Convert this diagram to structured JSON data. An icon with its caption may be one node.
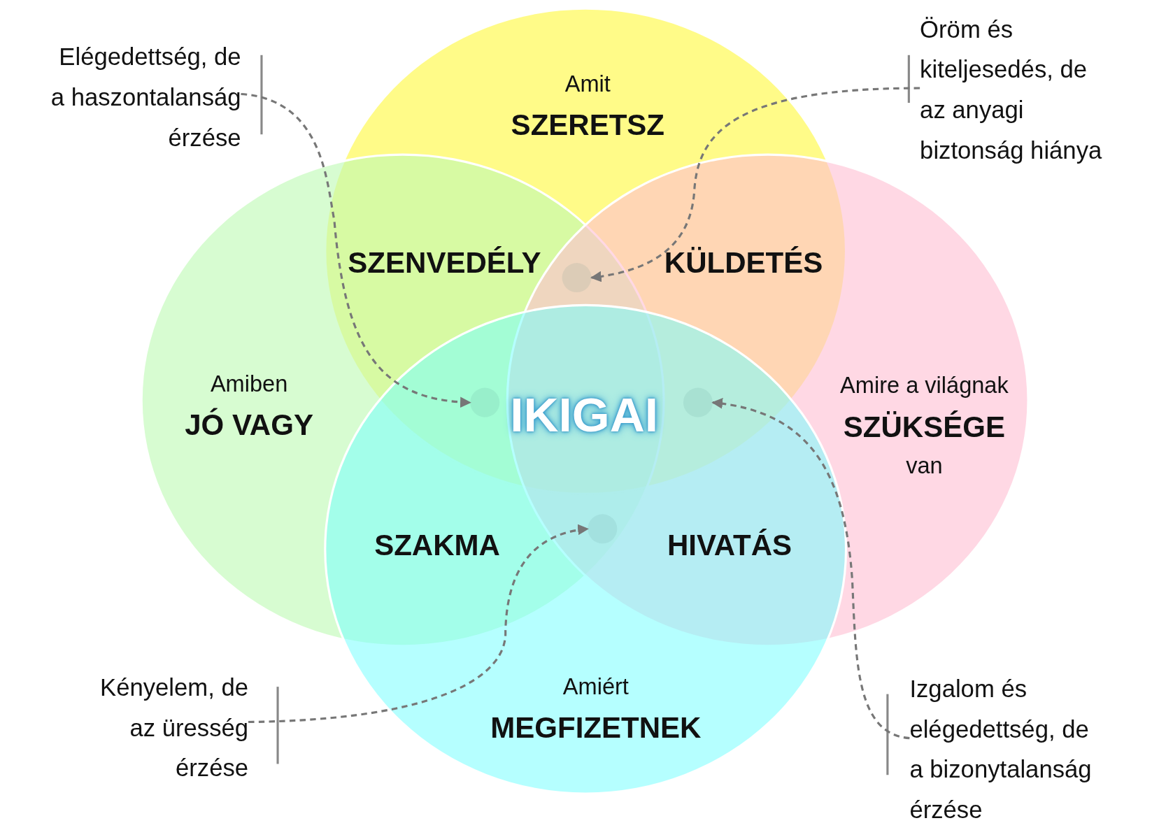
{
  "diagram": {
    "nodes": [
      {
        "text": [
          "Amit",
          "SZERETSZ"
        ]
      },
      {
        "text": [
          "Amiben",
          "JÓ VAGY"
        ]
      },
      {
        "text": [
          "Amire a világnak",
          "SZÜKSÉGE",
          "van"
        ]
      },
      {
        "text": [
          "Amiért",
          "MEGFIZETNEK"
        ]
      },
      {
        "text": [
          "SZENVEDÉLY"
        ]
      },
      {
        "text": [
          "KÜLDETÉS"
        ]
      },
      {
        "text": [
          "SZAKMA"
        ]
      },
      {
        "text": [
          "HIVATÁS"
        ]
      },
      {
        "text": [
          "IKIGAI"
        ]
      },
      {
        "text": [
          "Elégedettség, de a haszontalanság érzése"
        ]
      },
      {
        "text": [
          "Öröm és kiteljesedés, de az anyagi biztonság hiánya"
        ]
      },
      {
        "text": [
          "Kényelem, de az üresség érzése"
        ]
      },
      {
        "text": [
          "Izgalom és elégedettség, de a bizonytalanság érzése"
        ]
      },
      {
        "text": [],
        "shape": "region"
      },
      {
        "text": [],
        "shape": "region"
      },
      {
        "text": [],
        "shape": "region"
      },
      {
        "text": [],
        "shape": "region"
      }
    ],
    "edges": [
      {
        "from": 9,
        "to": 14,
        "arrow": "to",
        "style": "dashed"
      },
      {
        "from": 10,
        "to": 13,
        "arrow": "to",
        "style": "dashed"
      },
      {
        "from": 11,
        "to": 16,
        "arrow": "to",
        "style": "dashed"
      },
      {
        "from": 12,
        "to": 15,
        "arrow": "to",
        "style": "dashed"
      }
    ]
  }
}
